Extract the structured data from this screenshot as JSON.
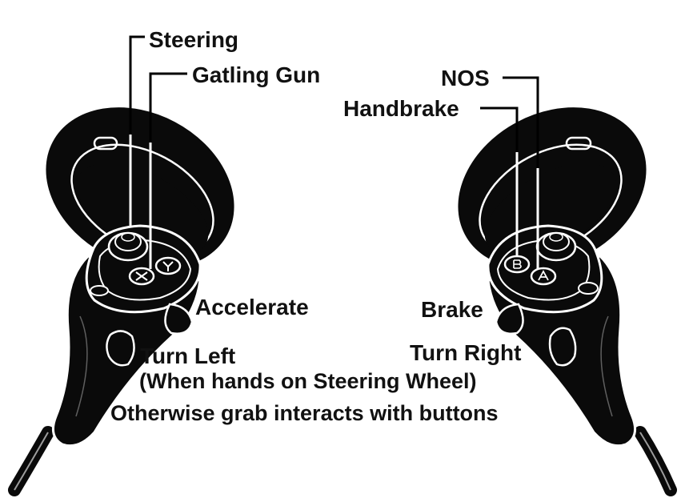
{
  "labels": {
    "steering": "Steering",
    "gatling_gun": "Gatling Gun",
    "nos": "NOS",
    "handbrake": "Handbrake",
    "accelerate": "Accelerate",
    "brake": "Brake",
    "turn_left": "Turn Left",
    "turn_right": "Turn Right",
    "wheel_note": "(When hands on Steering Wheel)",
    "grab_note": "Otherwise grab interacts with buttons"
  },
  "colors": {
    "controller": "#0a0a0a",
    "outline": "#ffffff",
    "leader": "#000000",
    "text": "#111111",
    "background": "#ffffff"
  }
}
